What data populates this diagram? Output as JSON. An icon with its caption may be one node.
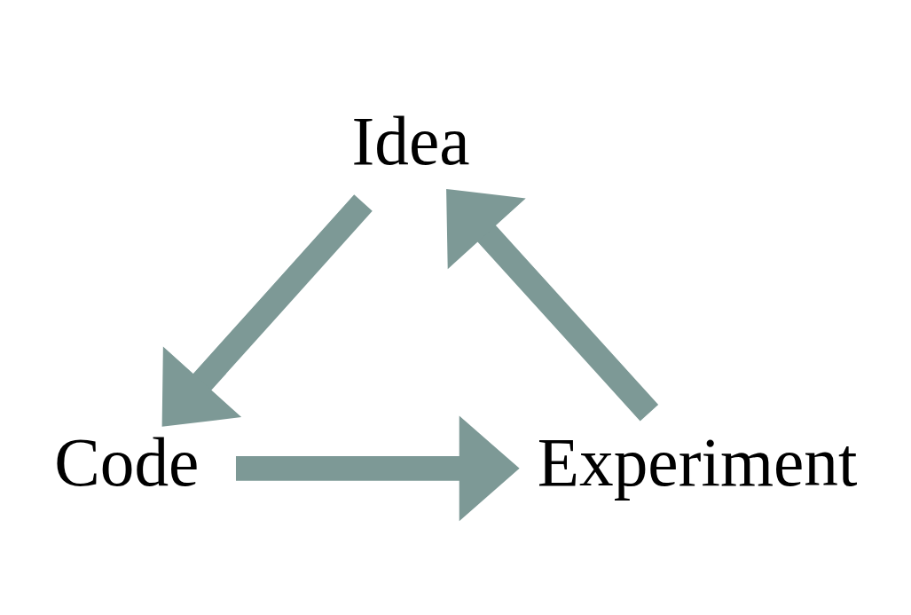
{
  "diagram": {
    "nodes": [
      {
        "text": [
          "Idea"
        ]
      },
      {
        "text": [
          "Code"
        ]
      },
      {
        "text": [
          "Experiment"
        ]
      }
    ],
    "edges": [
      {
        "from": 0,
        "to": 1,
        "arrow": "to"
      },
      {
        "from": 1,
        "to": 2,
        "arrow": "to"
      },
      {
        "from": 2,
        "to": 0,
        "arrow": "to"
      }
    ]
  }
}
